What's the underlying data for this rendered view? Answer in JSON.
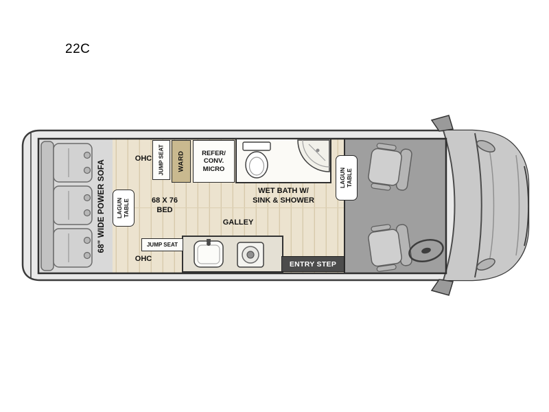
{
  "model": "22C",
  "floorplan": {
    "sofa_label": "68\" WIDE POWER SOFA",
    "lagun_table_rear": {
      "line1": "LAGUN",
      "line2": "TABLE"
    },
    "ohc_top": "OHC",
    "jump_seat_top": "JUMP SEAT",
    "ward": "WARD",
    "refer": {
      "line1": "REFER/",
      "line2": "CONV.",
      "line3": "MICRO"
    },
    "bed": {
      "line1": "68 X 76",
      "line2": "BED"
    },
    "wet_bath": {
      "line1": "WET BATH W/",
      "line2": "SINK & SHOWER"
    },
    "galley": "GALLEY",
    "jump_seat_bottom": "JUMP SEAT",
    "ohc_bottom": "OHC",
    "entry_step": "ENTRY STEP",
    "lagun_table_front": {
      "line1": "LAGUN",
      "line2": "TABLE"
    }
  },
  "colors": {
    "floor_wood": "#ece3cf",
    "cab_gray": "#9f9f9f",
    "sofa_zone_gray": "#d9d9d9",
    "ward_tan": "#c9b98f",
    "entry_step_bg": "#4c4c4c",
    "outline": "#2f2f2f",
    "body_wall": "#e9e9e9"
  }
}
